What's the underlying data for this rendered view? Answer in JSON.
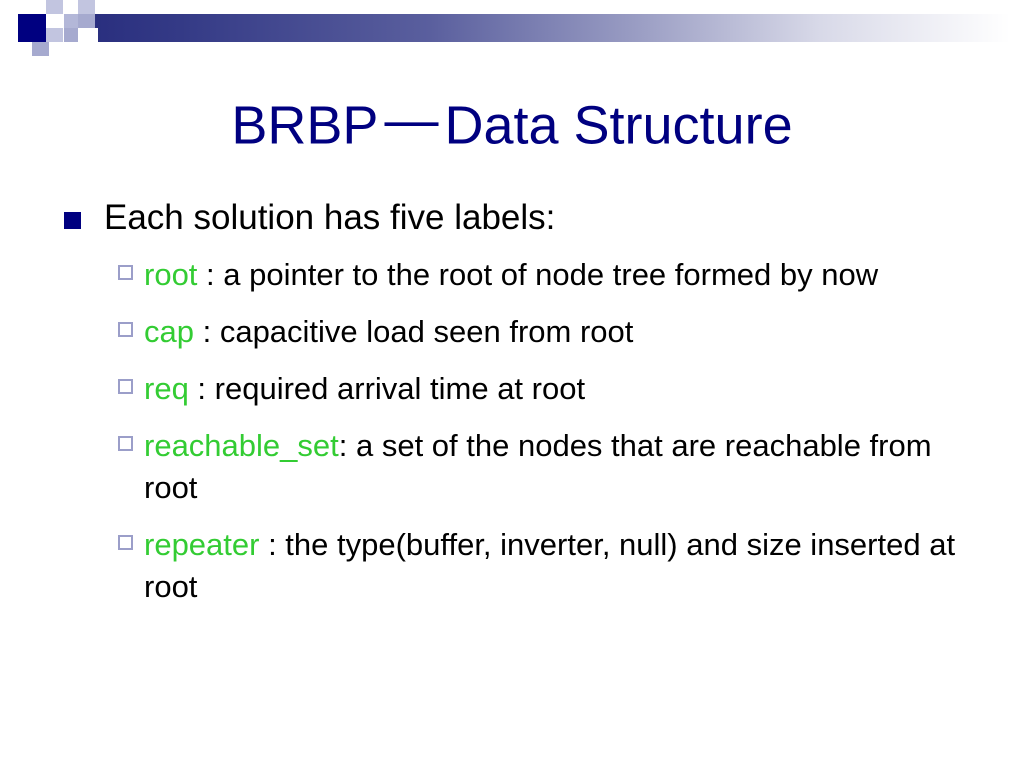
{
  "slide": {
    "title_main": "BRBP",
    "title_dash": "—",
    "title_rest": "Data Structure",
    "heading": "Each solution has five labels:",
    "labels": [
      {
        "term": "root",
        "desc": " : a pointer to the root of node tree formed by now"
      },
      {
        "term": "cap",
        "desc": " : capacitive load seen from root"
      },
      {
        "term": "req",
        "desc": " : required arrival time at root"
      },
      {
        "term": "reachable_set",
        "desc": ": a set of the nodes that are reachable from root"
      },
      {
        "term": "repeater",
        "desc": " : the type(buffer, inverter, null) and size inserted at root"
      }
    ]
  },
  "colors": {
    "title": "#000080",
    "term_green": "#33CC33",
    "bullet_navy": "#000080",
    "bullet_hollow_outline": "#9B9EC9",
    "band_navy": "#2A2F7F",
    "background": "#FFFFFF"
  }
}
